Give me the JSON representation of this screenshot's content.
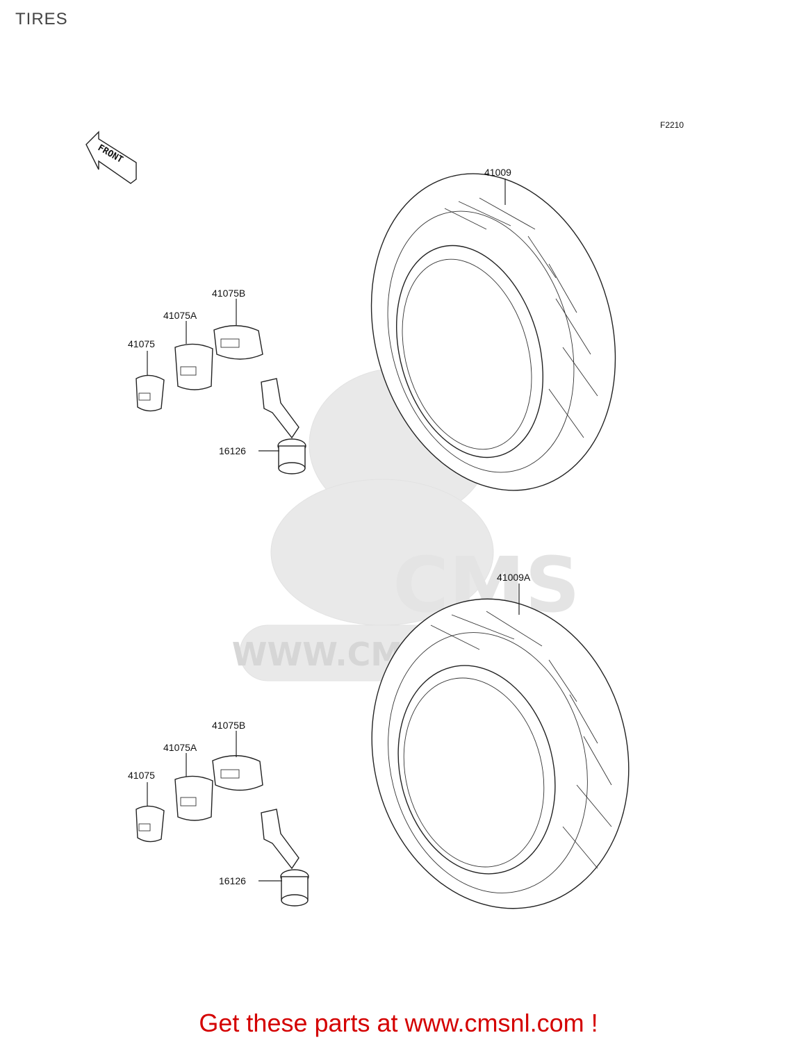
{
  "page": {
    "title": "TIRES"
  },
  "diagram": {
    "figure_code": "F2210",
    "front_arrow_label": "FRONT",
    "watermark": {
      "brand": "CMS",
      "url": "WWW.CMSNL.COM"
    },
    "groups": [
      {
        "tire": "41009",
        "weights": [
          "41075",
          "41075A",
          "41075B"
        ],
        "valve": "16126"
      },
      {
        "tire": "41009A",
        "weights": [
          "41075",
          "41075A",
          "41075B"
        ],
        "valve": "16126"
      }
    ]
  },
  "footer": {
    "text": "Get these parts at www.cmsnl.com !"
  },
  "colors": {
    "footer_text": "#d40000",
    "title_text": "#444444",
    "watermark": "#e9e9e9"
  }
}
